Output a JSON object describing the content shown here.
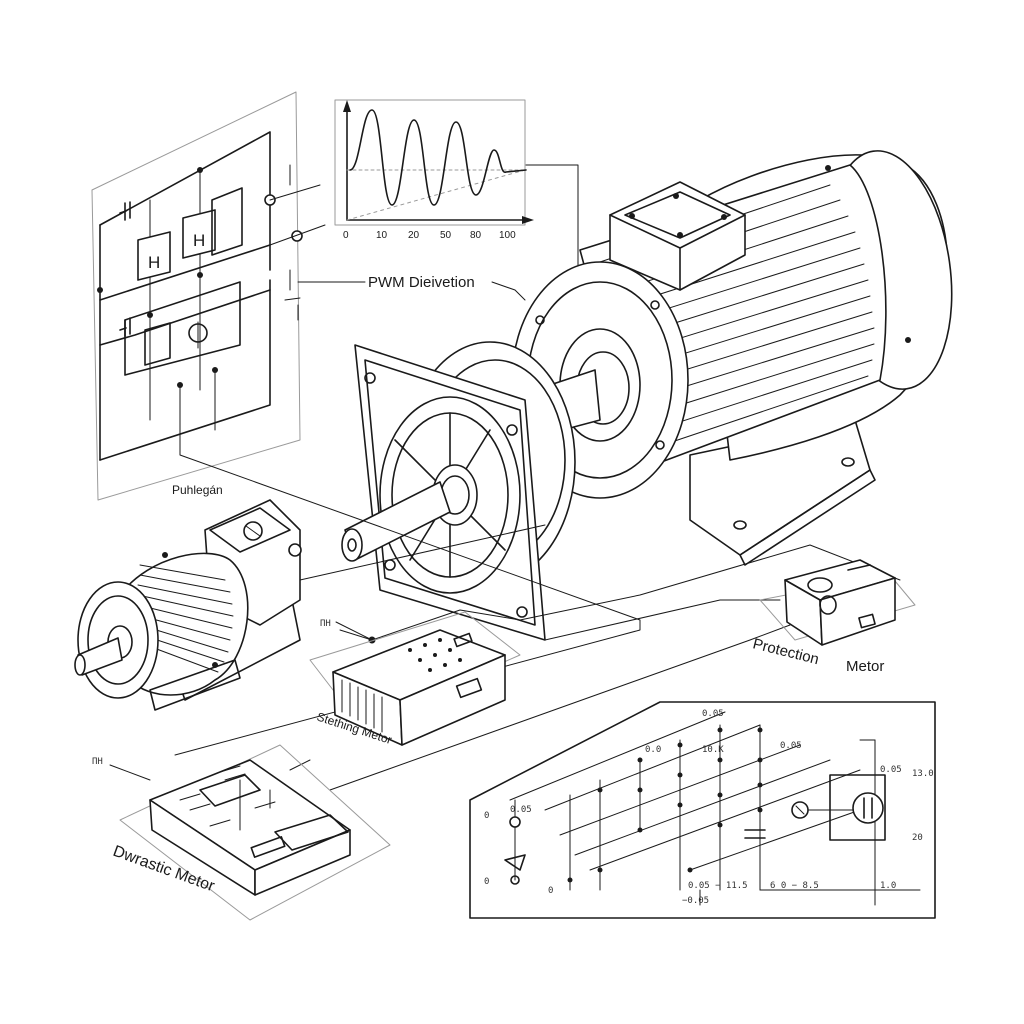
{
  "labels": {
    "pwm": "PWM Dieivetion",
    "pulley": "Puhlegán",
    "protection": "Protection",
    "motor_right": "Metor",
    "stepping": "Stething Metor",
    "diagnostic": "Dwrastic Metor"
  },
  "scope": {
    "x_ticks": [
      "0",
      "10",
      "20",
      "50",
      "80",
      "100"
    ]
  },
  "schematic_left": {
    "h1": "H",
    "h2": "H"
  },
  "schematic_right": {
    "notes": [
      "0.05",
      "10.K",
      "0.0",
      "0.05",
      "0.05",
      "13.0",
      "0",
      "0.05",
      "0.05 − 11.5",
      "6 0 − 8.5",
      "20",
      "1.0",
      "−0.05"
    ]
  },
  "misc": {
    "driver_tag": "ΠΗ",
    "diag_tag": "ΠΗ",
    "bottom_left_tag": "0",
    "bottom_left_tag2": "0"
  }
}
